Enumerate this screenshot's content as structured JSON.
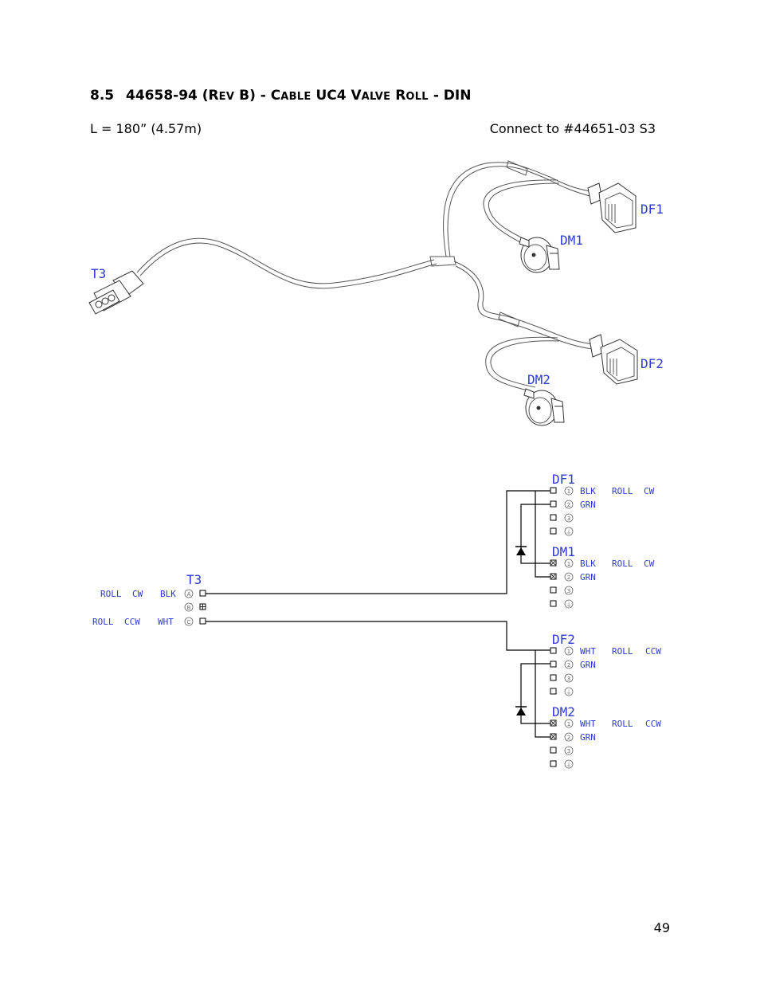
{
  "section": {
    "number": "8.5",
    "title_prefix": "44658-94 (R",
    "title_rev": "EV",
    "title_mid1": " B) - C",
    "title_cable": "ABLE",
    "title_mid2": " UC4 V",
    "title_valve": "ALVE",
    "title_mid3": " R",
    "title_roll": "OLL",
    "title_suffix": " - DIN"
  },
  "length_text": "L = 180” (4.57m)",
  "connect_text": "Connect to #44651-03 S3",
  "page_number": "49",
  "drawing": {
    "connector_labels": [
      "T3",
      "DF1",
      "DM1",
      "DF2",
      "DM2"
    ]
  },
  "schematic": {
    "t3": {
      "title": "T3",
      "pins": [
        {
          "name": "ROLL",
          "dir": "CW",
          "color": "BLK",
          "pin": "A"
        },
        {
          "name": "",
          "dir": "",
          "color": "",
          "pin": "B"
        },
        {
          "name": "ROLL",
          "dir": "CCW",
          "color": "WHT",
          "pin": "C"
        }
      ]
    },
    "groups": [
      {
        "title": "DF1",
        "pins": [
          {
            "num": "1",
            "color": "BLK",
            "name": "ROLL",
            "dir": "CW"
          },
          {
            "num": "2",
            "color": "GRN",
            "name": "",
            "dir": ""
          },
          {
            "num": "3",
            "color": "",
            "name": "",
            "dir": ""
          },
          {
            "num": "⏚",
            "color": "",
            "name": "",
            "dir": ""
          }
        ]
      },
      {
        "title": "DM1",
        "pins": [
          {
            "num": "1",
            "color": "BLK",
            "name": "ROLL",
            "dir": "CW"
          },
          {
            "num": "2",
            "color": "GRN",
            "name": "",
            "dir": ""
          },
          {
            "num": "3",
            "color": "",
            "name": "",
            "dir": ""
          },
          {
            "num": "⏚",
            "color": "",
            "name": "",
            "dir": ""
          }
        ]
      },
      {
        "title": "DF2",
        "pins": [
          {
            "num": "1",
            "color": "WHT",
            "name": "ROLL",
            "dir": "CCW"
          },
          {
            "num": "2",
            "color": "GRN",
            "name": "",
            "dir": ""
          },
          {
            "num": "3",
            "color": "",
            "name": "",
            "dir": ""
          },
          {
            "num": "⏚",
            "color": "",
            "name": "",
            "dir": ""
          }
        ]
      },
      {
        "title": "DM2",
        "pins": [
          {
            "num": "1",
            "color": "WHT",
            "name": "ROLL",
            "dir": "CCW"
          },
          {
            "num": "2",
            "color": "GRN",
            "name": "",
            "dir": ""
          },
          {
            "num": "3",
            "color": "",
            "name": "",
            "dir": ""
          },
          {
            "num": "⏚",
            "color": "",
            "name": "",
            "dir": ""
          }
        ]
      }
    ]
  },
  "colors": {
    "label_blue": "#2d3bd0",
    "line": "#000000"
  }
}
